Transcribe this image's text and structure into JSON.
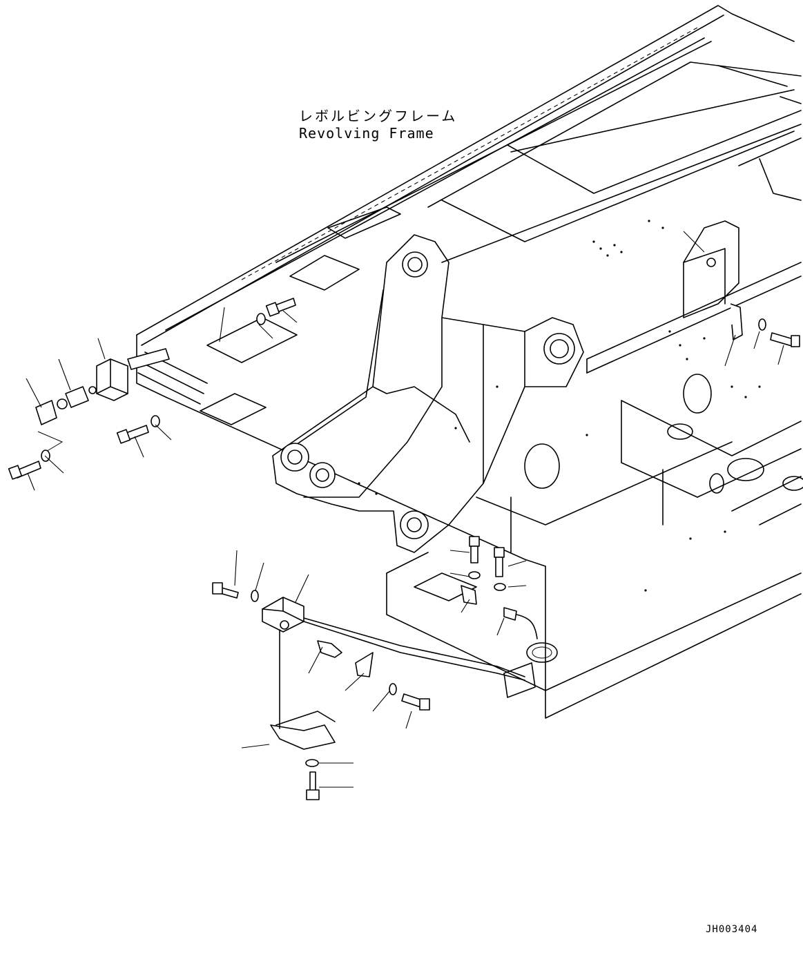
{
  "diagram": {
    "frame_label_jp": "レボルビングフレーム",
    "frame_label_en": "Revolving Frame",
    "drawing_id": "JH003404"
  }
}
